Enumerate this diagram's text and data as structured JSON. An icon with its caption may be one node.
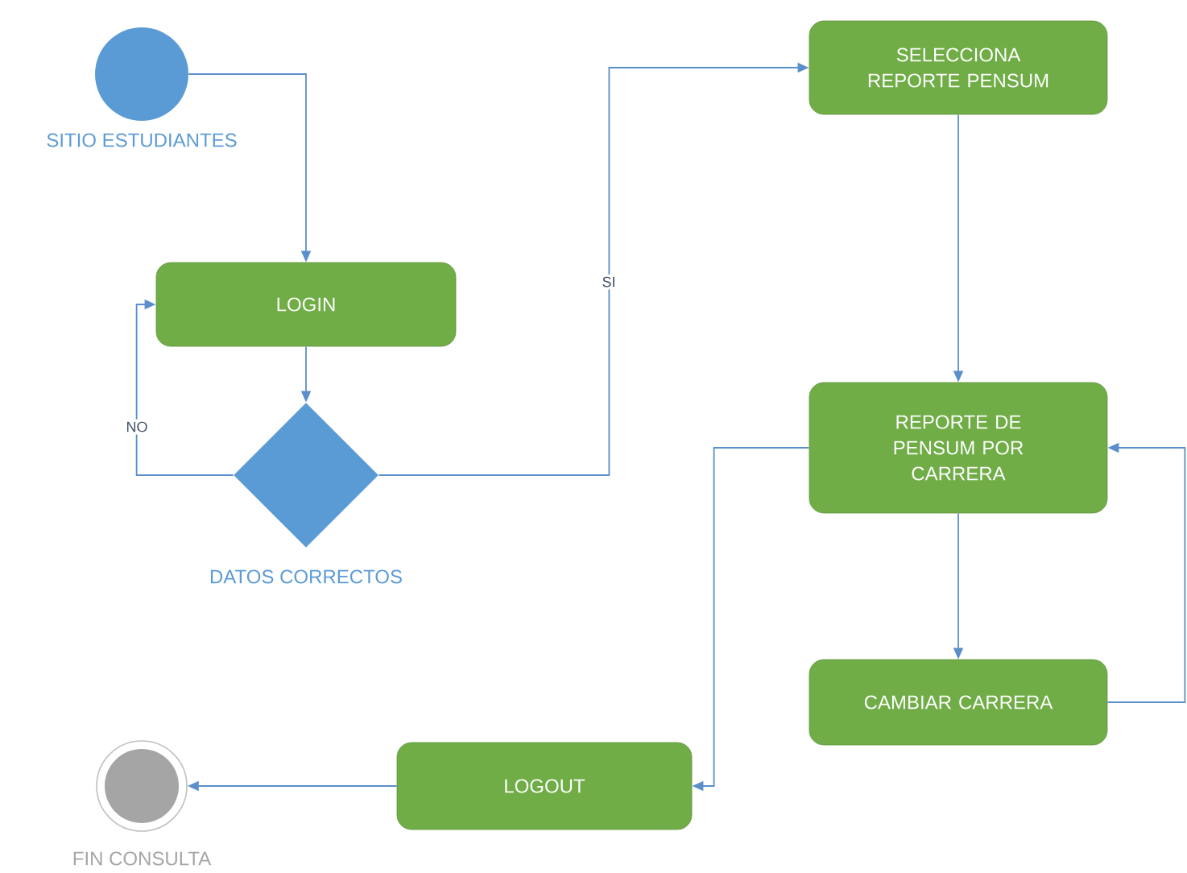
{
  "diagram": {
    "nodes": [
      {
        "text": [
          "SITIO ESTUDIANTES"
        ]
      },
      {
        "text": [
          "LOGIN"
        ]
      },
      {
        "text": [
          "DATOS CORRECTOS"
        ]
      },
      {
        "text": [
          "SELECCIONA REPORTE PENSUM"
        ]
      },
      {
        "text": [
          "REPORTE DE PENSUM POR CARRERA"
        ]
      },
      {
        "text": [
          "CAMBIAR CARRERA"
        ]
      },
      {
        "text": [
          "LOGOUT"
        ]
      },
      {
        "text": [
          "FIN CONSULTA"
        ]
      }
    ],
    "edges": [
      {
        "from": 0,
        "to": 1,
        "arrow": "to"
      },
      {
        "from": 1,
        "to": 2,
        "arrow": "to"
      },
      {
        "from": 2,
        "to": 1,
        "arrow": "to",
        "label": "NO"
      },
      {
        "from": 2,
        "to": 3,
        "arrow": "to",
        "label": "SI"
      },
      {
        "from": 3,
        "to": 4,
        "arrow": "to"
      },
      {
        "from": 4,
        "to": 5,
        "arrow": "to"
      },
      {
        "from": 5,
        "to": 4,
        "arrow": "to"
      },
      {
        "from": 4,
        "to": 6,
        "arrow": "to"
      },
      {
        "from": 6,
        "to": 7,
        "arrow": "to"
      }
    ]
  }
}
